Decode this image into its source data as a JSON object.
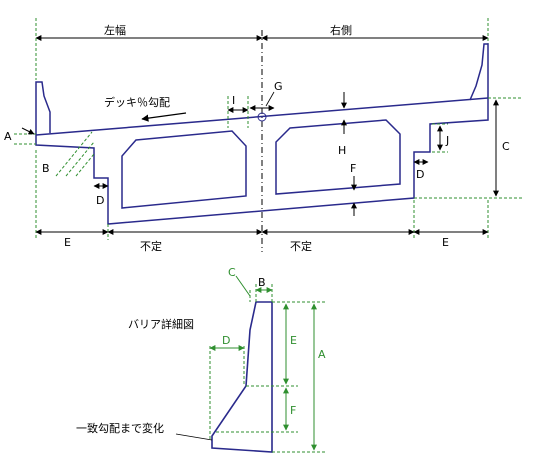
{
  "colors": {
    "outline": "#2a2a8c",
    "dim_green": "#2f8f2f",
    "black": "#000000"
  },
  "section": {
    "left_width_label": "左幅",
    "right_width_label": "右側",
    "deck_slope_label": "デッキ％勾配",
    "indefinite_left": "不定",
    "indefinite_right": "不定",
    "letters": {
      "A": "A",
      "B": "B",
      "C": "C",
      "D_left": "D",
      "D_right": "D",
      "E_left": "E",
      "E_right": "E",
      "F": "F",
      "G": "G",
      "H": "H",
      "I": "I",
      "J": "J"
    }
  },
  "barrier_detail": {
    "title": "バリア詳細図",
    "transition_label": "一致勾配まで変化",
    "letters": {
      "A": "A",
      "B": "B",
      "C": "C",
      "D": "D",
      "E": "E",
      "F": "F"
    }
  }
}
